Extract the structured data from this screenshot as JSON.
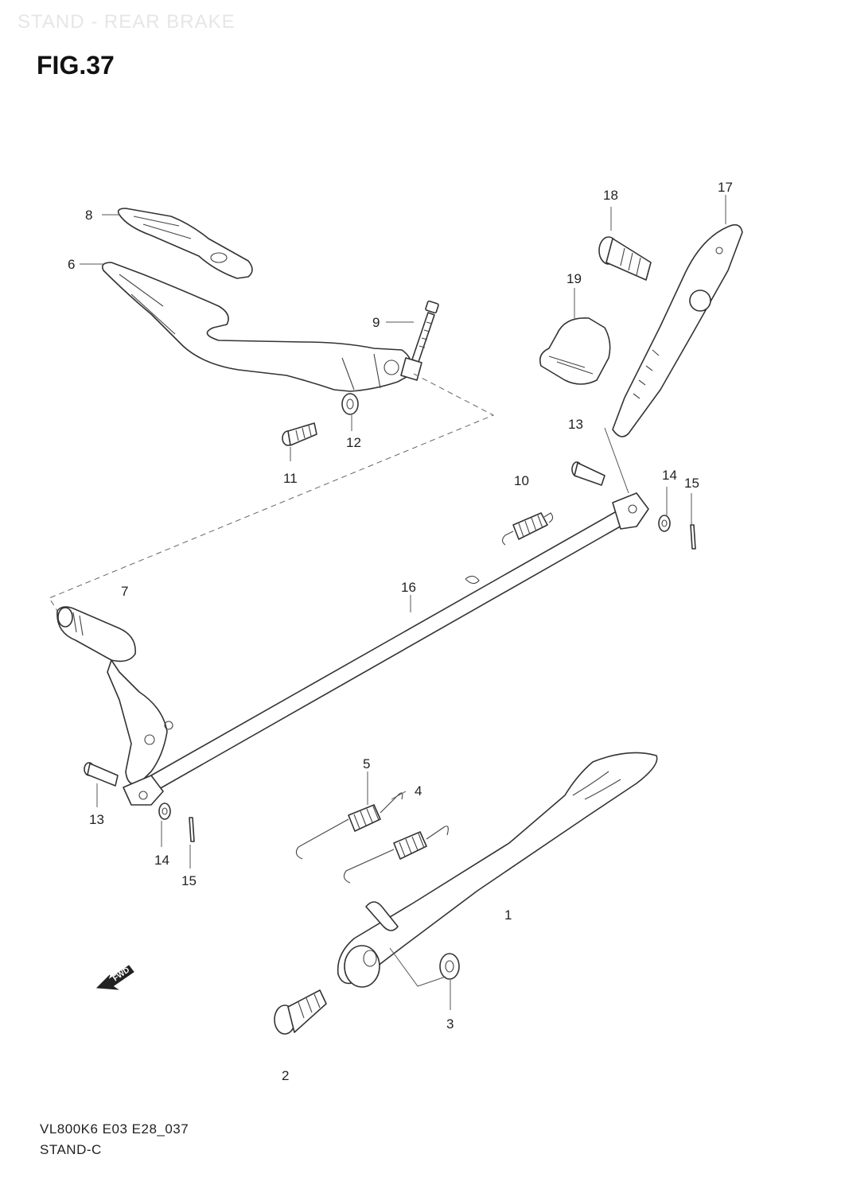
{
  "header": {
    "section_title": "STAND - REAR BRAKE",
    "figure_label": "FIG.37"
  },
  "footer": {
    "model_code": "VL800K6 E03 E28_037",
    "diagram_name": "STAND-C"
  },
  "fwd_arrow": {
    "label": "FWD"
  },
  "callouts": [
    {
      "id": "c1",
      "label": "1"
    },
    {
      "id": "c2",
      "label": "2"
    },
    {
      "id": "c3",
      "label": "3"
    },
    {
      "id": "c4",
      "label": "4"
    },
    {
      "id": "c5",
      "label": "5"
    },
    {
      "id": "c6",
      "label": "6"
    },
    {
      "id": "c7",
      "label": "7"
    },
    {
      "id": "c8",
      "label": "8"
    },
    {
      "id": "c9",
      "label": "9"
    },
    {
      "id": "c10",
      "label": "10"
    },
    {
      "id": "c11",
      "label": "11"
    },
    {
      "id": "c12",
      "label": "12"
    },
    {
      "id": "c13a",
      "label": "13"
    },
    {
      "id": "c13b",
      "label": "13"
    },
    {
      "id": "c14a",
      "label": "14"
    },
    {
      "id": "c14b",
      "label": "14"
    },
    {
      "id": "c15a",
      "label": "15"
    },
    {
      "id": "c15b",
      "label": "15"
    },
    {
      "id": "c16",
      "label": "16"
    },
    {
      "id": "c17",
      "label": "17"
    },
    {
      "id": "c18",
      "label": "18"
    },
    {
      "id": "c19",
      "label": "19"
    }
  ]
}
